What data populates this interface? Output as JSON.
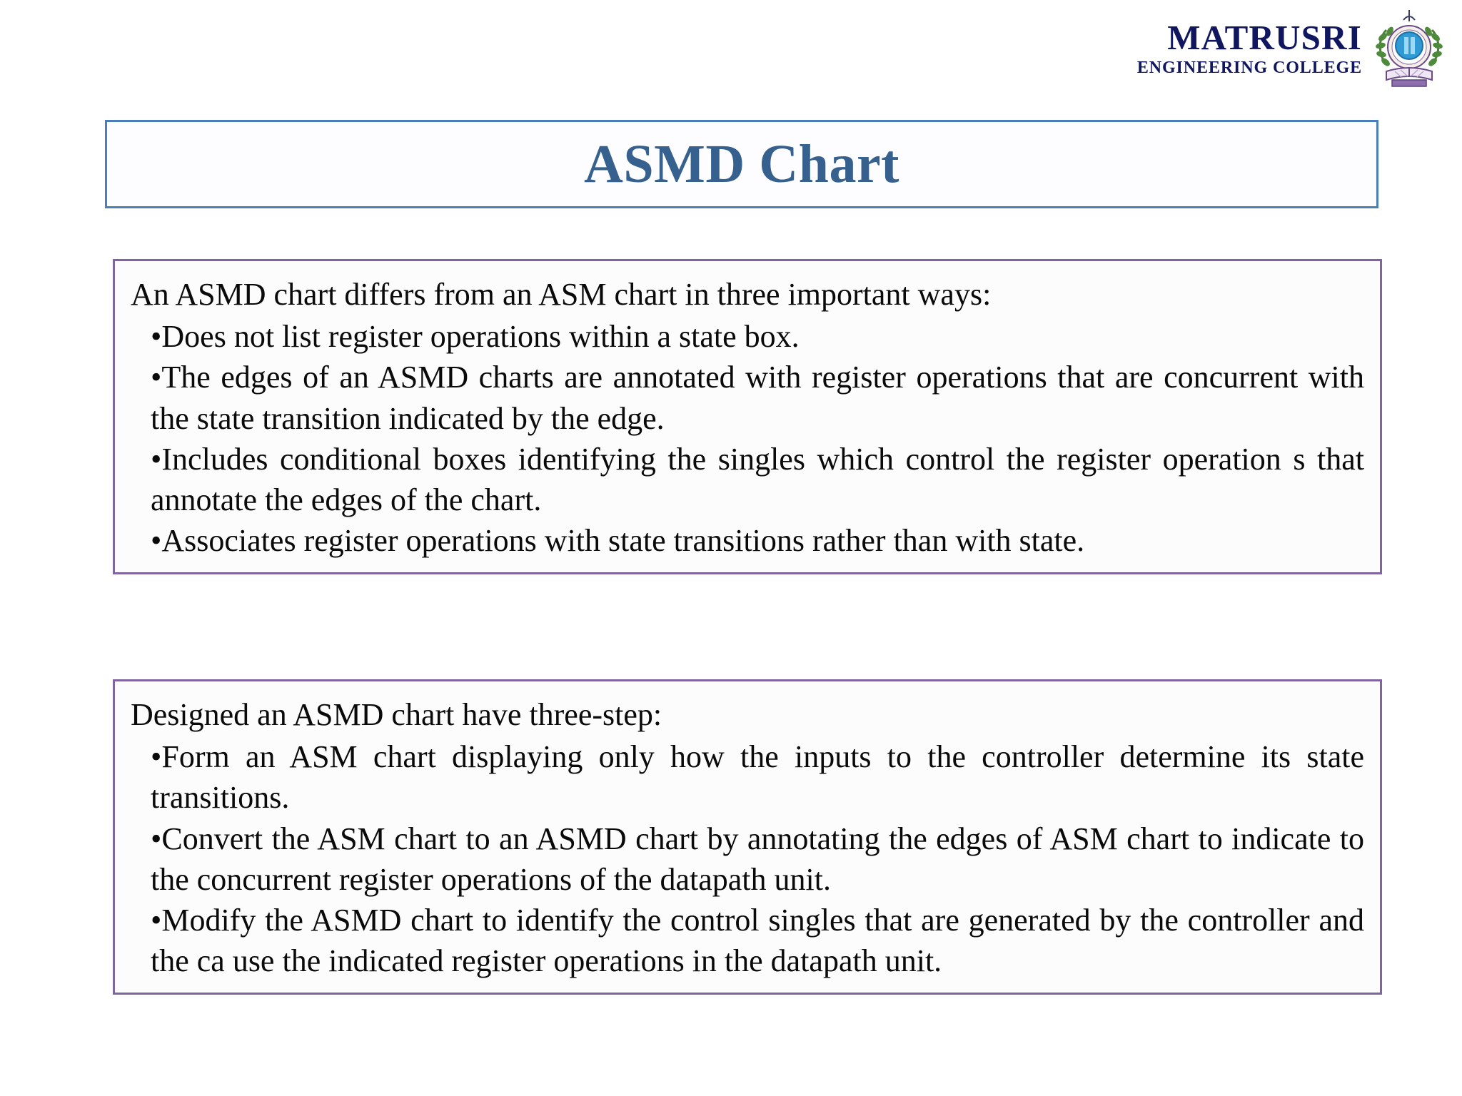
{
  "header": {
    "institution_name": "MATRUSRI",
    "institution_sub": "ENGINEERING COLLEGE",
    "logo_icon": "college-emblem-icon",
    "brand_color": "#10175e"
  },
  "slide": {
    "title": "ASMD Chart",
    "title_color": "#36618f",
    "title_border_color": "#4a7ebb",
    "box_border_color": "#8064a2",
    "body_text_color": "#0a0a0a"
  },
  "box_one": {
    "lead": "An ASMD chart differs from an ASM chart in three important ways:",
    "bullets": [
      "Does not list register operations within a state box.",
      "The edges of an ASMD charts are annotated with register operations that are concurrent with the state transition indicated by the edge.",
      "Includes conditional boxes identifying the singles which control the register operation s that annotate the edges of the chart.",
      "Associates register operations with state transitions rather than with state."
    ]
  },
  "box_two": {
    "lead": "Designed an ASMD chart have three-step:",
    "bullets": [
      "Form an ASM chart displaying only how the inputs to the controller determine its state transitions.",
      "Convert the ASM chart to an ASMD chart by annotating the edges of ASM chart to indicate to the concurrent register operations of the datapath unit.",
      "Modify the ASMD chart to identify the control singles that are generated by the controller and the ca use the indicated register operations in the datapath unit."
    ]
  },
  "bullet_glyph": "•"
}
